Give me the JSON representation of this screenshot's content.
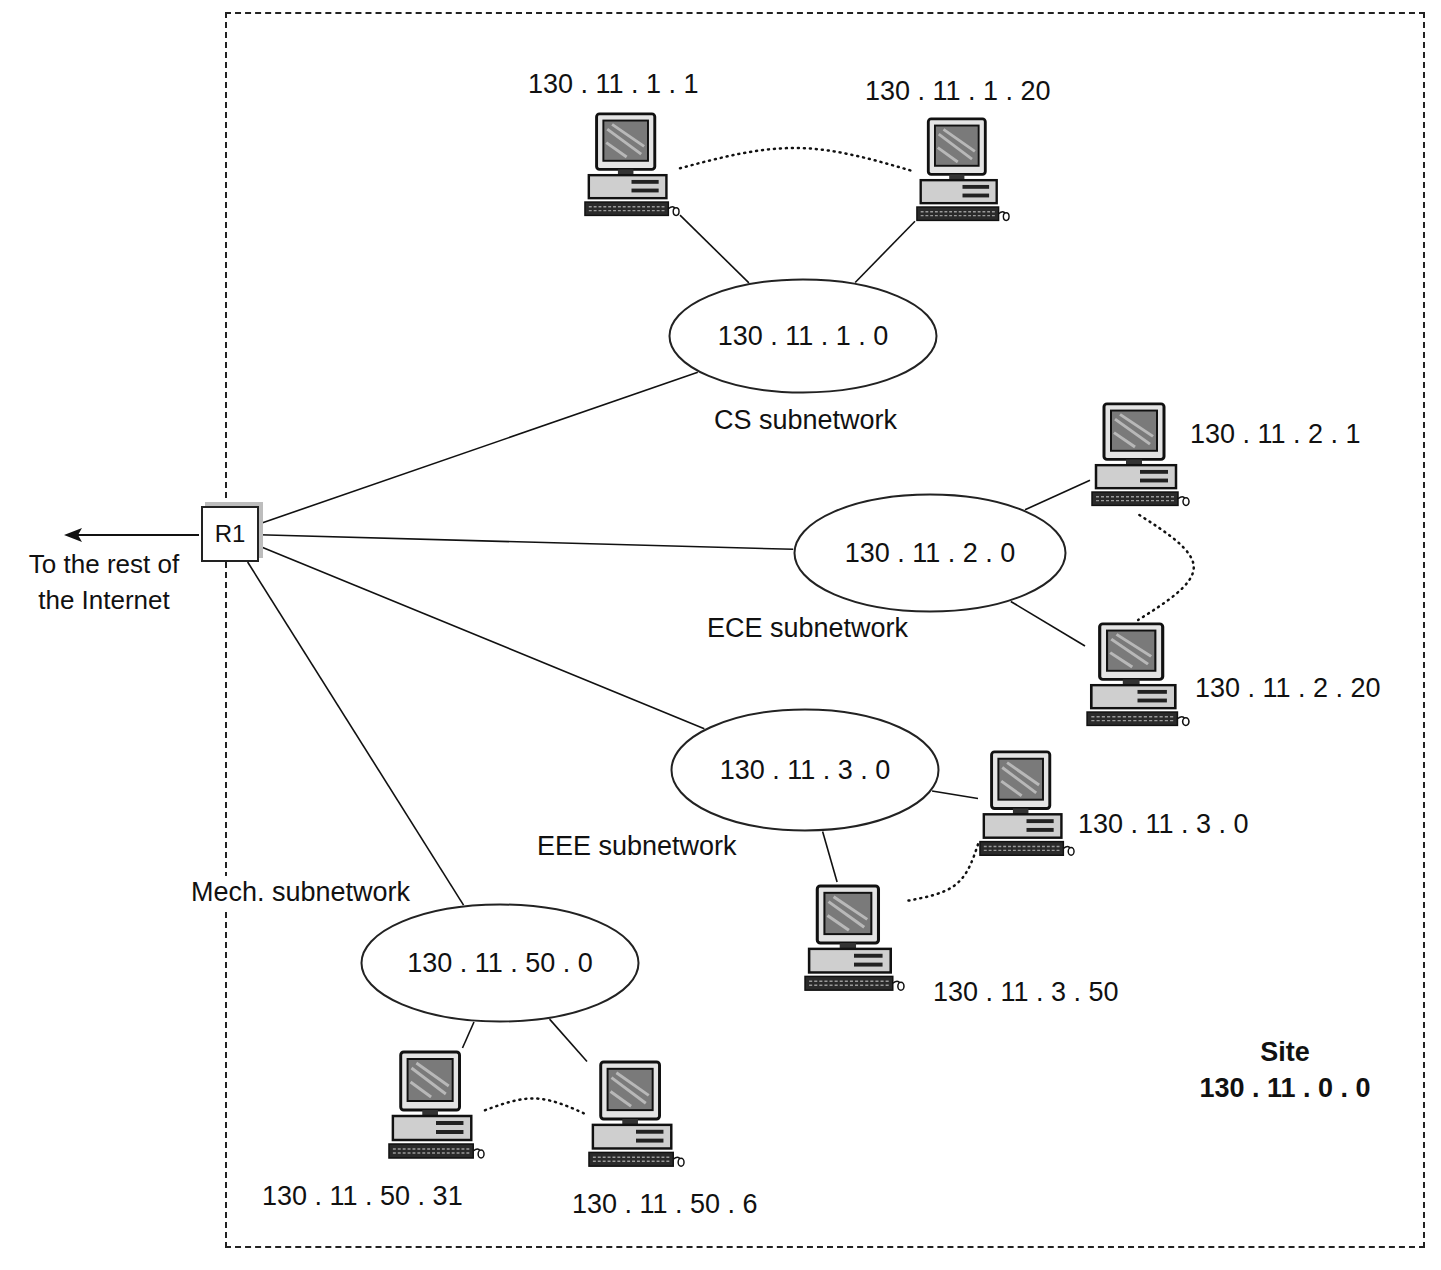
{
  "diagram": {
    "nodes": [
      {
        "text": [
          "Site",
          "130 . 11 . 0 . 0"
        ]
      },
      {
        "text": [
          "R1"
        ],
        "in": 0
      },
      {
        "text": [
          "130 . 11 . 1 . 0"
        ],
        "in": 0
      },
      {
        "text": [
          "130 . 11 . 1 . 1"
        ],
        "in": 0
      },
      {
        "text": [
          "130 . 11 . 1 . 20"
        ],
        "in": 0
      },
      {
        "text": [
          "130 . 11 . 2 . 0"
        ],
        "in": 0
      },
      {
        "text": [
          "130 . 11 . 2 . 1"
        ],
        "in": 0
      },
      {
        "text": [
          "130 . 11 . 2 . 20"
        ],
        "in": 0
      },
      {
        "text": [
          "130 . 11 . 3 . 0"
        ],
        "in": 0
      },
      {
        "text": [
          "130 . 11 . 3 . 0"
        ],
        "in": 0
      },
      {
        "text": [
          "130 . 11 . 3 . 50"
        ],
        "in": 0
      },
      {
        "text": [
          "130 . 11 . 50 . 0"
        ],
        "in": 0
      },
      {
        "text": [
          "130 . 11 . 50 . 31"
        ],
        "in": 0
      },
      {
        "text": [
          "130 . 11 . 50 . 6"
        ],
        "in": 0
      }
    ],
    "edges": [
      {
        "from": 1,
        "to": 2,
        "arrow": "none"
      },
      {
        "from": 1,
        "to": 5,
        "arrow": "none"
      },
      {
        "from": 1,
        "to": 8,
        "arrow": "none"
      },
      {
        "from": 1,
        "to": 11,
        "arrow": "none"
      },
      {
        "from": 2,
        "to": 3,
        "arrow": "none"
      },
      {
        "from": 2,
        "to": 4,
        "arrow": "none"
      },
      {
        "from": 3,
        "to": 4,
        "arrow": "none"
      },
      {
        "from": 5,
        "to": 6,
        "arrow": "none"
      },
      {
        "from": 5,
        "to": 7,
        "arrow": "none"
      },
      {
        "from": 6,
        "to": 7,
        "arrow": "none"
      },
      {
        "from": 8,
        "to": 9,
        "arrow": "none"
      },
      {
        "from": 8,
        "to": 10,
        "arrow": "none"
      },
      {
        "from": 9,
        "to": 10,
        "arrow": "none"
      },
      {
        "from": 11,
        "to": 12,
        "arrow": "none"
      },
      {
        "from": 11,
        "to": 13,
        "arrow": "none"
      },
      {
        "from": 12,
        "to": 13,
        "arrow": "none"
      }
    ],
    "labels": [
      "CS subnetwork",
      "ECE subnetwork",
      "EEE subnetwork",
      "Mech. subnetwork",
      "To the rest of the Internet"
    ]
  }
}
